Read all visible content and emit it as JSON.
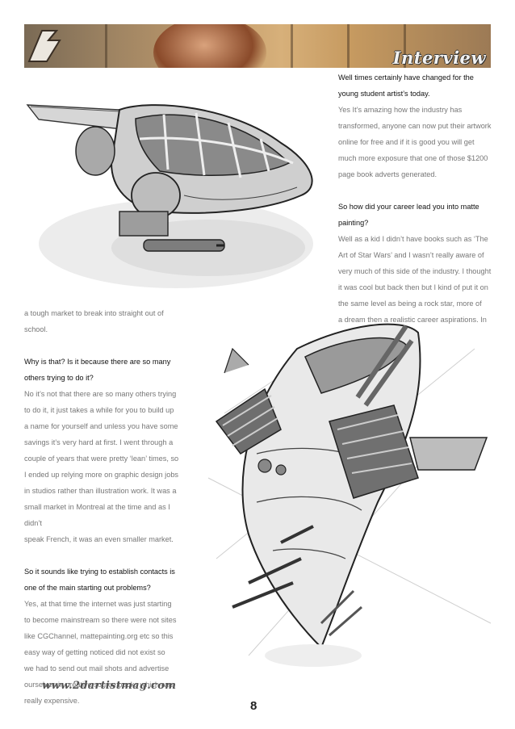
{
  "header": {
    "section": "Interview"
  },
  "right_column": [
    {
      "type": "q",
      "text": "Well times certainly have changed for the"
    },
    {
      "type": "q",
      "text": "young student artist’s today."
    },
    {
      "type": "a",
      "text": "Yes It’s amazing how the industry has"
    },
    {
      "type": "a",
      "text": "transformed, anyone can now put their artwork"
    },
    {
      "type": "a",
      "text": "online for free and if it is good you will get"
    },
    {
      "type": "a",
      "text": "much more exposure that one of those $1200"
    },
    {
      "type": "a",
      "text": "page book adverts generated."
    },
    {
      "type": "gap",
      "text": ""
    },
    {
      "type": "q",
      "text": "So how did your career lead you into matte"
    },
    {
      "type": "q",
      "text": "painting?"
    },
    {
      "type": "a",
      "text": "Well as a kid I didn’t have books such as ‘The"
    },
    {
      "type": "a",
      "text": "Art of Star Wars’ and I wasn’t really aware of"
    },
    {
      "type": "a",
      "text": "very much of this side of the industry. I thought"
    },
    {
      "type": "a",
      "text": "it was cool but back then but I kind of put it on"
    },
    {
      "type": "a",
      "text": "the same level as being a rock star, more of"
    },
    {
      "type": "a",
      "text": "a dream then a realistic career aspirations. In"
    }
  ],
  "left_column": [
    {
      "type": "a",
      "text": "a tough market to break into straight out of"
    },
    {
      "type": "a",
      "text": "school."
    },
    {
      "type": "gap",
      "text": ""
    },
    {
      "type": "q",
      "text": "Why is that? Is it because there are so many"
    },
    {
      "type": "q",
      "text": "others trying to do it?"
    },
    {
      "type": "a",
      "text": "No it’s not that there are so many others trying"
    },
    {
      "type": "a",
      "text": "to do it, it just takes a while for you to build up"
    },
    {
      "type": "a",
      "text": "a name for yourself and unless you have some"
    },
    {
      "type": "a",
      "text": "savings it’s very hard at first. I went through a"
    },
    {
      "type": "a",
      "text": "couple of years that were pretty ‘lean’ times, so"
    },
    {
      "type": "a",
      "text": "I ended up relying more on graphic design jobs"
    },
    {
      "type": "a",
      "text": "in studios rather than illustration work. It was a"
    },
    {
      "type": "a",
      "text": "small market in Montreal at the time and as I didn’t"
    },
    {
      "type": "a",
      "text": "speak French, it was an even smaller market."
    },
    {
      "type": "gap",
      "text": ""
    },
    {
      "type": "q",
      "text": "So it sounds like trying to establish contacts is"
    },
    {
      "type": "q",
      "text": "one of the main starting out problems?"
    },
    {
      "type": "a",
      "text": "Yes, at that time the internet was just starting"
    },
    {
      "type": "a",
      "text": "to become mainstream so there were not sites"
    },
    {
      "type": "a",
      "text": "like CGChannel, mattepainting.org etc so this"
    },
    {
      "type": "a",
      "text": "easy way of getting noticed did not exist so"
    },
    {
      "type": "a",
      "text": "we had to send out mail shots and advertise"
    },
    {
      "type": "a",
      "text": "ourselves in creative source books which was"
    },
    {
      "type": "a",
      "text": "really expensive."
    }
  ],
  "footer": {
    "url": "www.2dartistmag.com",
    "page": "8"
  }
}
